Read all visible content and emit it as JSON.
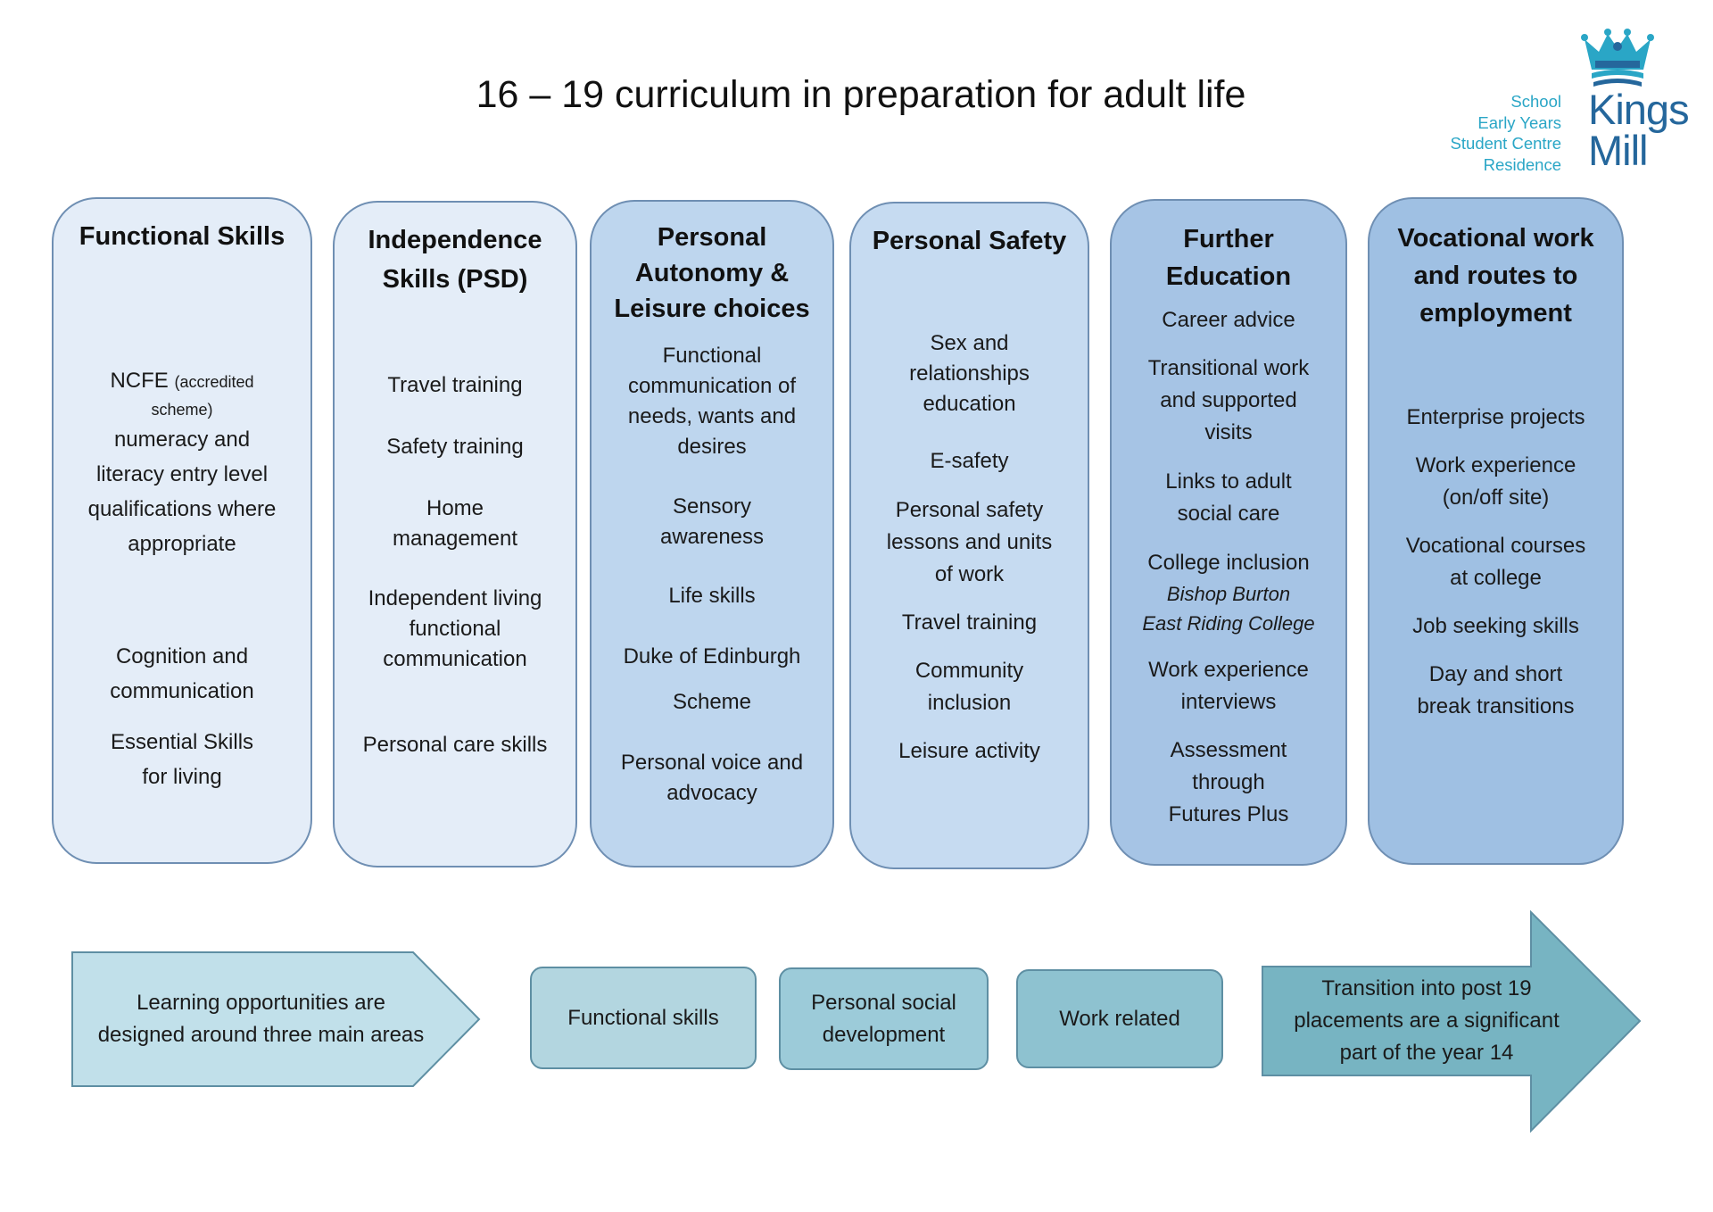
{
  "title": "16 – 19 curriculum in preparation for adult life",
  "logo": {
    "lines": [
      "School",
      "Early Years",
      "Student Centre",
      "Residence"
    ],
    "word1": "Kings",
    "word2": "Mill"
  },
  "columns": [
    {
      "title": "Functional Skills",
      "fill": "#e4edf8",
      "ncfe": "NCFE",
      "ncfe_note1": "(accredited",
      "ncfe_note2": "scheme)",
      "items": [
        "numeracy and",
        "literacy entry level",
        "qualifications where",
        "appropriate",
        "Cognition and",
        "communication",
        "Essential Skills",
        "for living"
      ]
    },
    {
      "title1": "Independence",
      "title2": "Skills (PSD)",
      "fill": "#e4edf8",
      "items": [
        "Travel training",
        "Safety training",
        "Home",
        "management",
        "Independent living",
        "functional",
        "communication",
        "Personal care skills"
      ]
    },
    {
      "title1": "Personal",
      "title2": "Autonomy &",
      "title3": "Leisure choices",
      "fill": "#bed6ee",
      "items": [
        "Functional",
        "communication of",
        "needs, wants and",
        "desires",
        "Sensory",
        "awareness",
        "Life skills",
        "Duke of Edinburgh",
        "Scheme",
        "Personal voice and",
        "advocacy"
      ]
    },
    {
      "title": "Personal Safety",
      "fill": "#c6dbf1",
      "items": [
        "Sex and",
        "relationships",
        "education",
        "E-safety",
        "Personal safety",
        "lessons and units",
        "of work",
        "Travel training",
        "Community",
        "inclusion",
        "Leisure activity"
      ]
    },
    {
      "title1": "Further",
      "title2": "Education",
      "fill": "#a6c4e5",
      "items": [
        "Career advice",
        "Transitional work",
        "and supported",
        "visits",
        "Links to adult",
        "social care",
        "College inclusion",
        "Bishop Burton",
        "East Riding College",
        "Work experience",
        "interviews",
        "Assessment",
        "through",
        "Futures Plus"
      ]
    },
    {
      "title1": "Vocational work",
      "title2": "and routes to",
      "title3": "employment",
      "fill": "#9fc0e3",
      "items": [
        "Enterprise projects",
        "Work experience",
        "(on/off site)",
        "Vocational courses",
        "at college",
        "Job seeking skills",
        "Day and short",
        "break transitions"
      ]
    }
  ],
  "bottom": {
    "arrow_left": [
      "Learning opportunities are",
      "designed around three main areas"
    ],
    "box1": "Functional skills",
    "box2": [
      "Personal social",
      "development"
    ],
    "box3": "Work related",
    "arrow_right": [
      "Transition into post 19",
      "placements are a significant",
      "part of the year 14"
    ],
    "colors": {
      "arrow_left": "#c1e0ea",
      "box1": "#b3d6e0",
      "box2": "#9ccbd9",
      "box3": "#8ec2d0",
      "arrow_right": "#77b4c2",
      "outline": "#5e8fa3"
    }
  }
}
